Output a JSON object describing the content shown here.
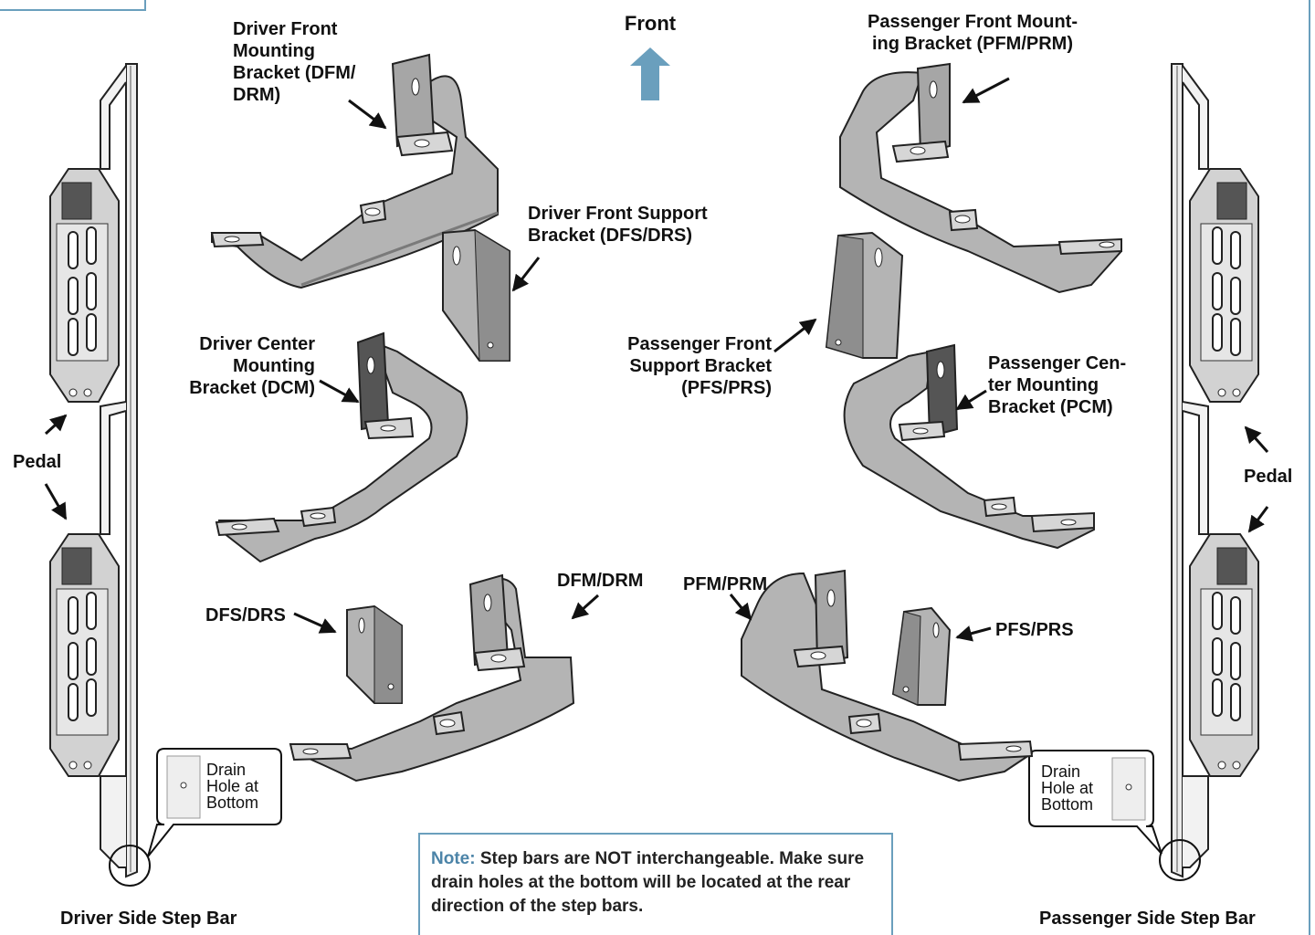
{
  "labels": {
    "front": "Front",
    "dfm": "Driver Front\nMounting\nBracket (DFM/\nDRM)",
    "dfs": "Driver Front Support\nBracket (DFS/DRS)",
    "dcm": "Driver Center\nMounting\nBracket (DCM)",
    "pfm": "Passenger Front Mount-\ning Bracket (PFM/PRM)",
    "pfs": "Passenger Front\nSupport Bracket\n(PFS/PRS)",
    "pcm": "Passenger Cen-\nter Mounting\nBracket (PCM)",
    "dfm_drm": "DFM/DRM",
    "dfs_drs": "DFS/DRS",
    "pfm_prm": "PFM/PRM",
    "pfs_prs": "PFS/PRS",
    "pedal_left": "Pedal",
    "pedal_right": "Pedal",
    "drain_left": "Drain\nHole at\nBottom",
    "drain_right": "Drain\nHole at\nBottom",
    "driver_bar": "Driver Side Step Bar",
    "passenger_bar": "Passenger Side Step Bar"
  },
  "note": {
    "prefix": "Note:",
    "text": " Step bars are NOT interchangeable. Make sure drain holes at the bottom will be located at the rear direction of the step bars."
  },
  "colors": {
    "bracket_fill": "#b4b4b4",
    "bracket_dark": "#7a7a7a",
    "tab_fill": "#d6d6d6",
    "front_arrow": "#6a9fbd",
    "frame_line": "#6a9fbd",
    "outline": "#222222"
  }
}
